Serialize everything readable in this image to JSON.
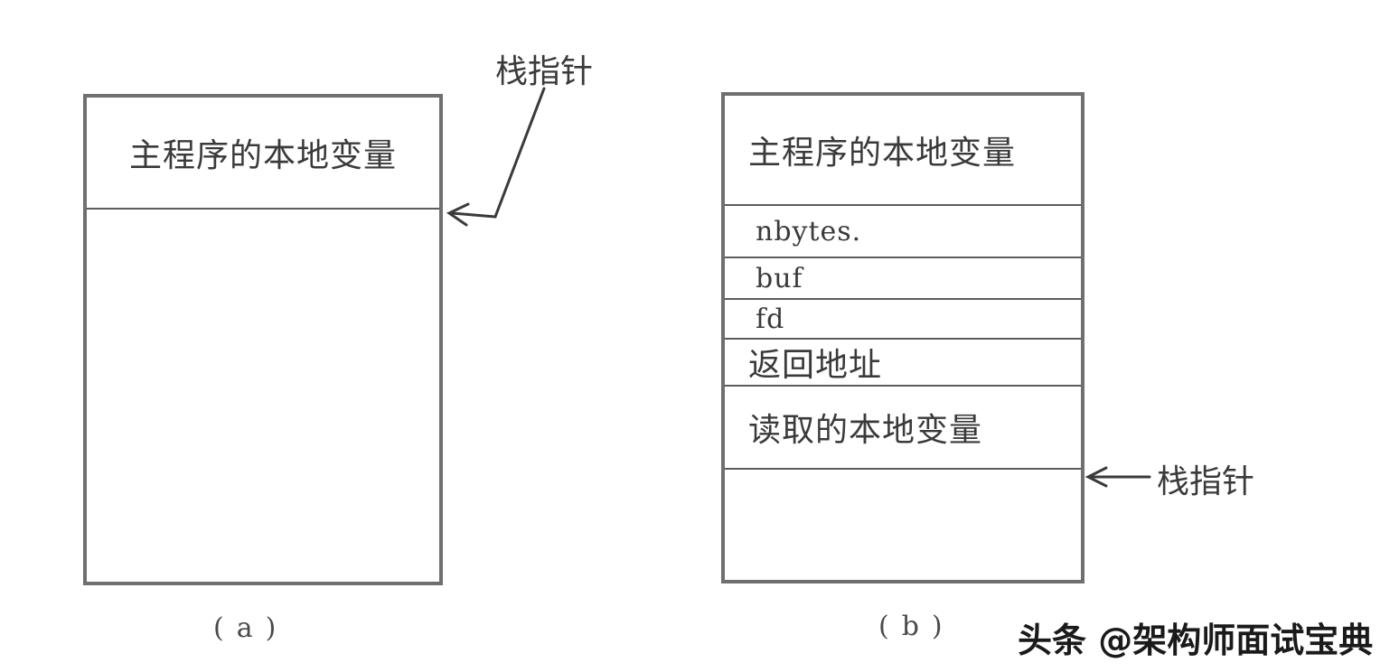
{
  "diagram_a": {
    "cells": [
      "主程序的本地变量"
    ],
    "pointer_label": "栈指针",
    "caption": "(a)"
  },
  "diagram_b": {
    "cells": [
      "主程序的本地变量",
      "nbytes.",
      "buf",
      "fd",
      "返回地址",
      "读取的本地变量"
    ],
    "pointer_label": "栈指针",
    "caption": "(b)"
  },
  "watermark": "头条 @架构师面试宝典"
}
